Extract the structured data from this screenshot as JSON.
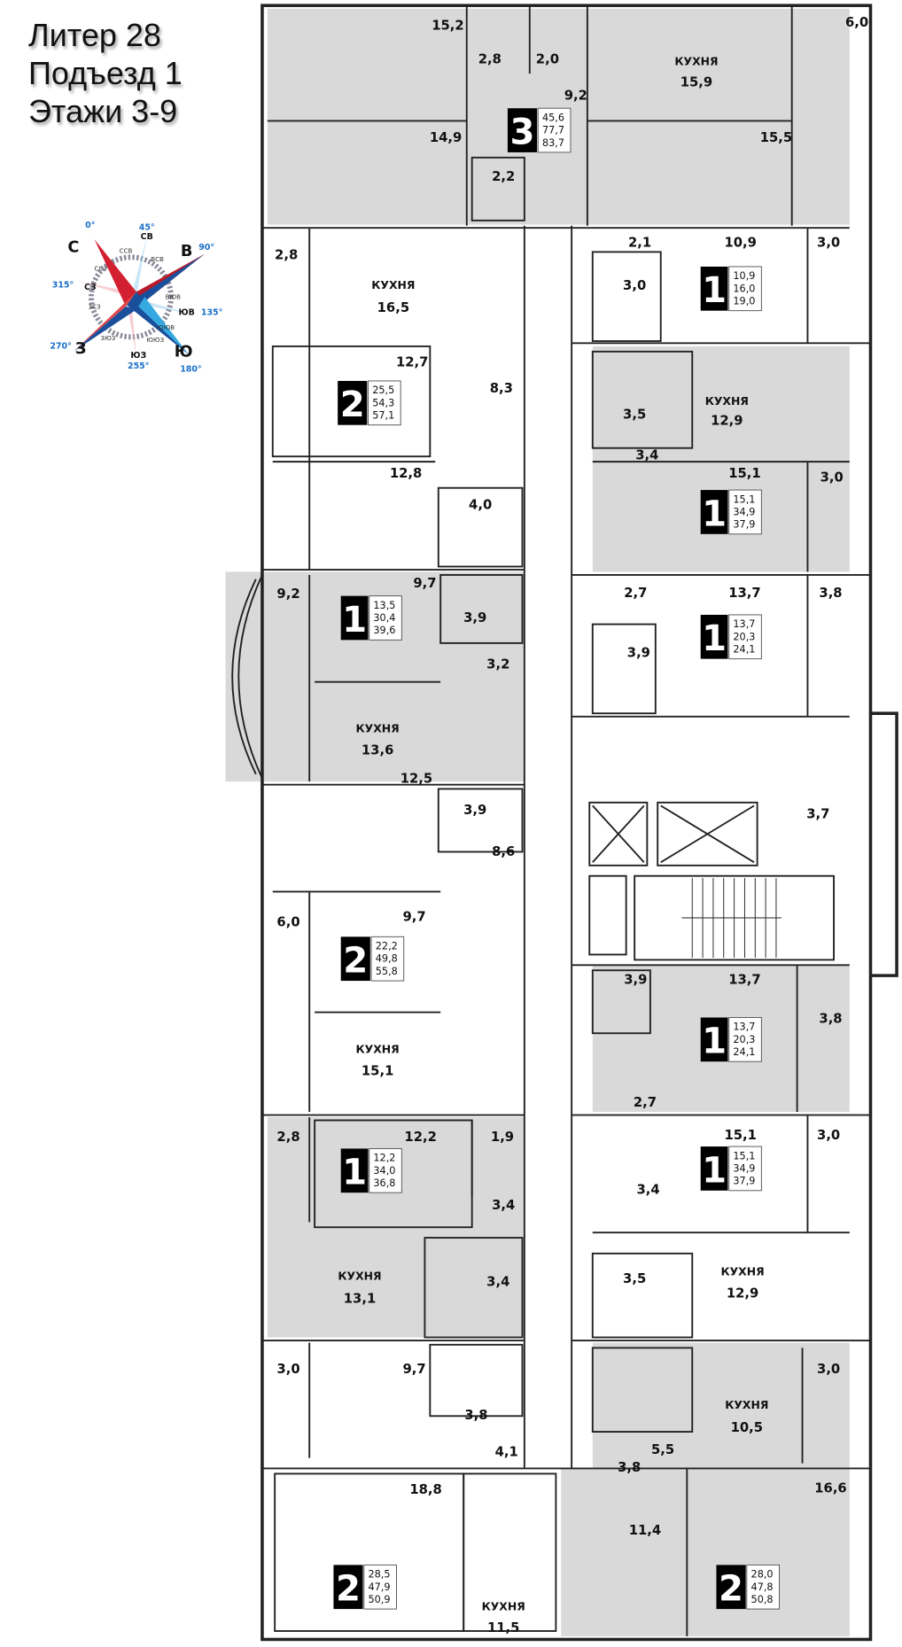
{
  "header": {
    "lines": [
      "Литер 28",
      "Подъезд 1",
      "Этажи 3-9"
    ]
  },
  "compass": {
    "main": {
      "n": "С",
      "e": "В",
      "s": "Ю",
      "w": "З"
    },
    "main_deg": {
      "n": "0°",
      "e": "90°",
      "s": "180°",
      "w": "270°"
    },
    "inter": {
      "ne": "СВ",
      "se": "ЮВ",
      "sw": "ЮЗ",
      "nw": "СЗ"
    },
    "inter_deg": {
      "ne": "45°",
      "se": "135°",
      "sw": "255°",
      "nw": "315°"
    },
    "minor": [
      "ССВ",
      "ВСВ",
      "ВЮВ",
      "ЮЮВ",
      "ЮЮЗ",
      "ЗЮЗ",
      "ЗСЗ",
      "ССЗ"
    ],
    "colors": {
      "red": "#d32030",
      "blue": "#1a4f9c",
      "light_blue": "#36a9e1"
    }
  },
  "kitchen_label": "КУХНЯ",
  "colors": {
    "apartment_fill": "#d9d9d9",
    "wall": "#222222",
    "badge": "#000000"
  },
  "apartments": [
    {
      "rooms_count": "3",
      "areas": [
        "45,6",
        "77,7",
        "83,7"
      ],
      "rooms": [
        "15,2",
        "14,9",
        "2,8",
        "2,0",
        "9,2",
        "2,2",
        "15,9",
        "15,5",
        "6,0"
      ]
    },
    {
      "rooms_count": "2",
      "areas": [
        "25,5",
        "54,3",
        "57,1"
      ],
      "rooms": [
        "2,8",
        "16,5",
        "12,7",
        "8,3",
        "12,8",
        "4,0"
      ]
    },
    {
      "rooms_count": "1",
      "areas": [
        "10,9",
        "16,0",
        "19,0"
      ],
      "rooms": [
        "2,1",
        "10,9",
        "3,0",
        "3,0"
      ]
    },
    {
      "rooms_count": "1",
      "areas": [
        "15,1",
        "34,9",
        "37,9"
      ],
      "rooms": [
        "3,5",
        "12,9",
        "3,4",
        "15,1",
        "3,0"
      ]
    },
    {
      "rooms_count": "1",
      "areas": [
        "13,5",
        "30,4",
        "39,6"
      ],
      "rooms": [
        "9,2",
        "9,7",
        "3,9",
        "3,2",
        "13,6"
      ]
    },
    {
      "rooms_count": "1",
      "areas": [
        "13,7",
        "20,3",
        "24,1"
      ],
      "rooms": [
        "2,7",
        "13,7",
        "3,8",
        "3,9"
      ]
    },
    {
      "rooms_count": "2",
      "areas": [
        "22,2",
        "49,8",
        "55,8"
      ],
      "rooms": [
        "12,5",
        "3,9",
        "8,6",
        "6,0",
        "9,7",
        "15,1"
      ]
    },
    {
      "rooms_count": "1",
      "areas": [
        "13,7",
        "20,3",
        "24,1"
      ],
      "rooms": [
        "3,9",
        "13,7",
        "3,8",
        "2,7"
      ]
    },
    {
      "rooms_count": "1",
      "areas": [
        "12,2",
        "34,0",
        "36,8"
      ],
      "rooms": [
        "2,8",
        "12,2",
        "1,9",
        "3,4",
        "13,1",
        "3,4"
      ]
    },
    {
      "rooms_count": "1",
      "areas": [
        "15,1",
        "34,9",
        "37,9"
      ],
      "rooms": [
        "15,1",
        "3,0",
        "3,4",
        "3,5",
        "12,9"
      ]
    },
    {
      "rooms_count": "2",
      "areas": [
        "28,5",
        "47,9",
        "50,9"
      ],
      "rooms": [
        "3,0",
        "9,7",
        "3,8",
        "4,1",
        "18,8",
        "11,5"
      ]
    },
    {
      "rooms_count": "2",
      "areas": [
        "28,0",
        "47,8",
        "50,8"
      ],
      "rooms": [
        "3,8",
        "5,5",
        "10,5",
        "3,0",
        "11,4",
        "16,6"
      ]
    }
  ],
  "core": {
    "hall_area": "3,7"
  }
}
